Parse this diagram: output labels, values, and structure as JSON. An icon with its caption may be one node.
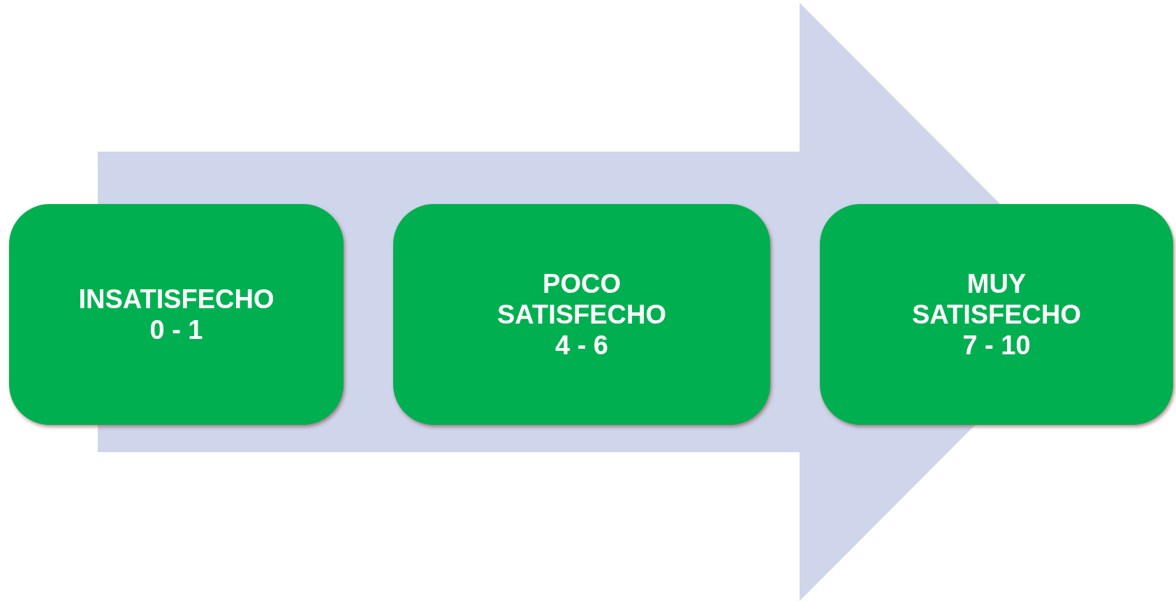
{
  "diagram": {
    "nodes": [
      {
        "text": [
          "INSATISFECHO",
          "0 - 1"
        ]
      },
      {
        "text": [
          "POCO SATISFECHO",
          "4 - 6"
        ]
      },
      {
        "text": [
          "MUY SATISFECHO",
          "7 - 10"
        ]
      }
    ],
    "edges": [
      {
        "from": 0,
        "to": 2,
        "arrow": "to",
        "style": "thick"
      }
    ]
  }
}
